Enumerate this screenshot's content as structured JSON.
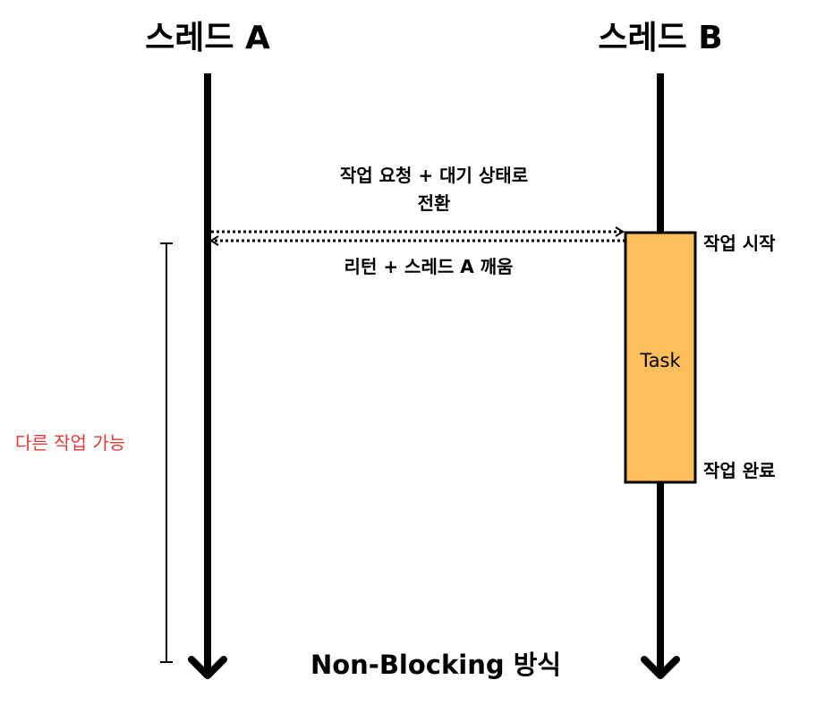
{
  "threads": {
    "a_title": "스레드 A",
    "b_title": "스레드 B"
  },
  "messages": {
    "request_line1": "작업 요청 + 대기 상태로",
    "request_line2": "전환",
    "return": "리턴 + 스레드 A 깨움"
  },
  "task": {
    "label": "Task",
    "start": "작업 시작",
    "end": "작업 완료",
    "fill_color": "#fdbe5b"
  },
  "free_work": {
    "label": "다른 작업 가능",
    "color": "#e53935"
  },
  "caption": "Non-Blocking 방식"
}
